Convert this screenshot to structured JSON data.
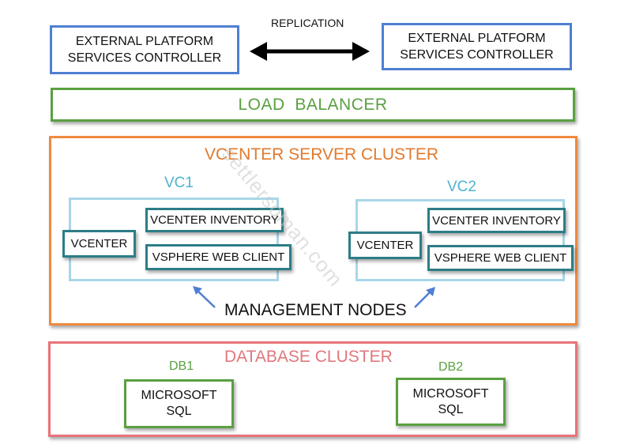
{
  "replication": {
    "label": "REPLICATION"
  },
  "psc": {
    "left": {
      "line1": "EXTERNAL PLATFORM",
      "line2": "SERVICES CONTROLLER"
    },
    "right": {
      "line1": "EXTERNAL PLATFORM",
      "line2": "SERVICES CONTROLLER"
    }
  },
  "load_balancer": {
    "label": "LOAD  BALANCER"
  },
  "vcenter_cluster": {
    "title": "VCENTER SERVER CLUSTER",
    "vc1": {
      "label": "VC1",
      "vcenter": "VCENTER",
      "inventory": "VCENTER INVENTORY",
      "web_client": "VSPHERE WEB CLIENT"
    },
    "vc2": {
      "label": "VC2",
      "vcenter": "VCENTER",
      "inventory": "VCENTER INVENTORY",
      "web_client": "VSPHERE WEB CLIENT"
    },
    "management_nodes": "MANAGEMENT NODES"
  },
  "database_cluster": {
    "title": "DATABASE CLUSTER",
    "db1": {
      "label": "DB1",
      "line1": "MICROSOFT",
      "line2": "SQL"
    },
    "db2": {
      "label": "DB2",
      "line1": "MICROSOFT",
      "line2": "SQL"
    }
  },
  "watermark": {
    "text": "settlersoman.com"
  },
  "colors": {
    "psc_border": "#4f7fd1",
    "load_balancer": "#5aa041",
    "vcenter_cluster": "#ef8a3f",
    "database_cluster": "#e8747a",
    "vc_frame": "#a8d6e8",
    "component_border": "#2c7d86",
    "arrow": "#4f7fd1"
  }
}
